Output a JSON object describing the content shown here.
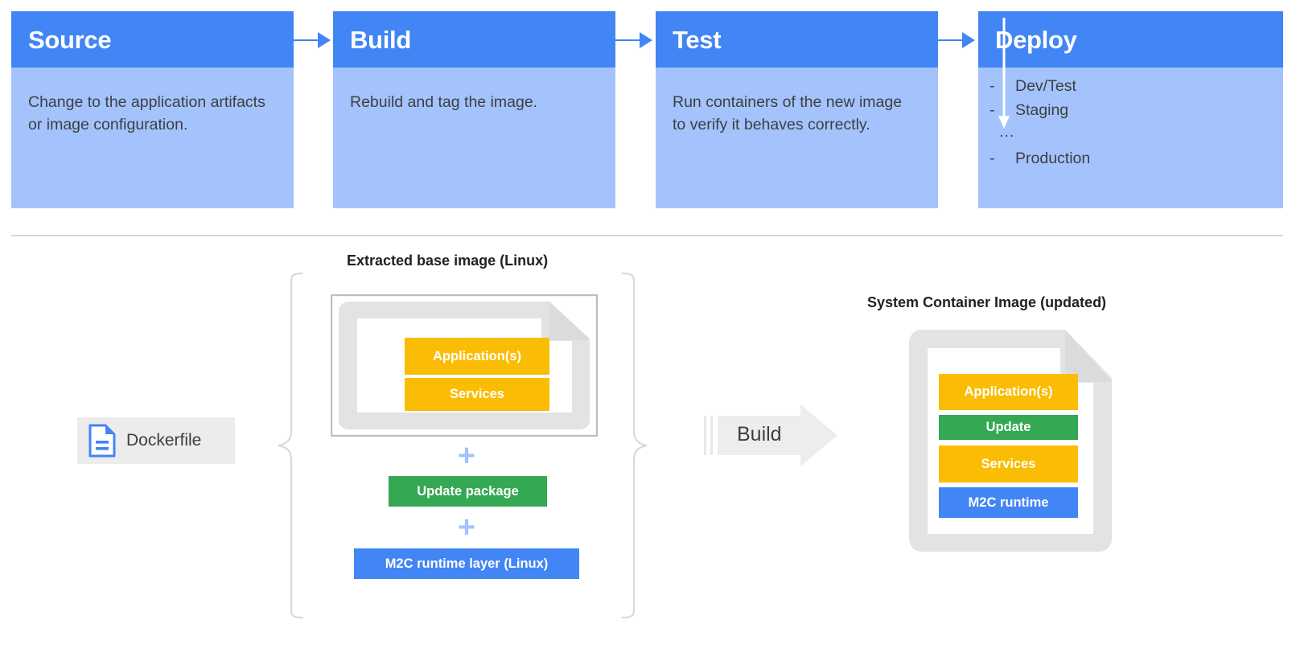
{
  "pipeline": {
    "stages": [
      {
        "title": "Source",
        "description": "Change to the application artifacts or image configuration."
      },
      {
        "title": "Build",
        "description": "Rebuild and tag the image."
      },
      {
        "title": "Test",
        "description": "Run containers of the new image to verify it behaves correctly."
      },
      {
        "title": "Deploy",
        "description": ""
      }
    ],
    "arrow_icon": "arrow-right-icon",
    "deploy_targets": [
      {
        "marker": "-",
        "label": "Dev/Test"
      },
      {
        "marker": "-",
        "label": "Staging"
      },
      {
        "marker": "...",
        "label": ""
      },
      {
        "marker": "-",
        "label": "Production"
      }
    ],
    "deploy_flow_icon": "arrow-down-icon"
  },
  "build_flow": {
    "source_chip": {
      "label": "Dockerfile",
      "icon": "document-icon"
    },
    "left_caption": "Extracted base image (Linux)",
    "right_caption": "System Container Image (updated)",
    "base_image_layers": [
      {
        "label": "Application(s)",
        "color": "#fbbc04"
      },
      {
        "label": "Services",
        "color": "#fbbc04"
      }
    ],
    "added_layers": [
      {
        "label": "Update package",
        "color": "#34a853"
      },
      {
        "label": "M2C runtime layer (Linux)",
        "color": "#4285f4"
      }
    ],
    "plus_symbol": "+",
    "build_action": {
      "label": "Build",
      "icon": "block-arrow-right-icon"
    },
    "output_layers": [
      {
        "label": "Application(s)",
        "color": "#fbbc04"
      },
      {
        "label": "Update",
        "color": "#34a853"
      },
      {
        "label": "Services",
        "color": "#fbbc04"
      },
      {
        "label": "M2C runtime",
        "color": "#4285f4"
      }
    ],
    "left_brace_icon": "curly-brace-left-icon",
    "right_brace_icon": "curly-brace-right-icon"
  },
  "colors": {
    "header_blue": "#4285f4",
    "body_blue": "#a4c3fc",
    "orange": "#fbbc04",
    "green": "#34a853",
    "blue": "#4285f4",
    "gray_border": "#dfe1e3",
    "divider": "#d4d8de",
    "text": "#3c4043"
  }
}
